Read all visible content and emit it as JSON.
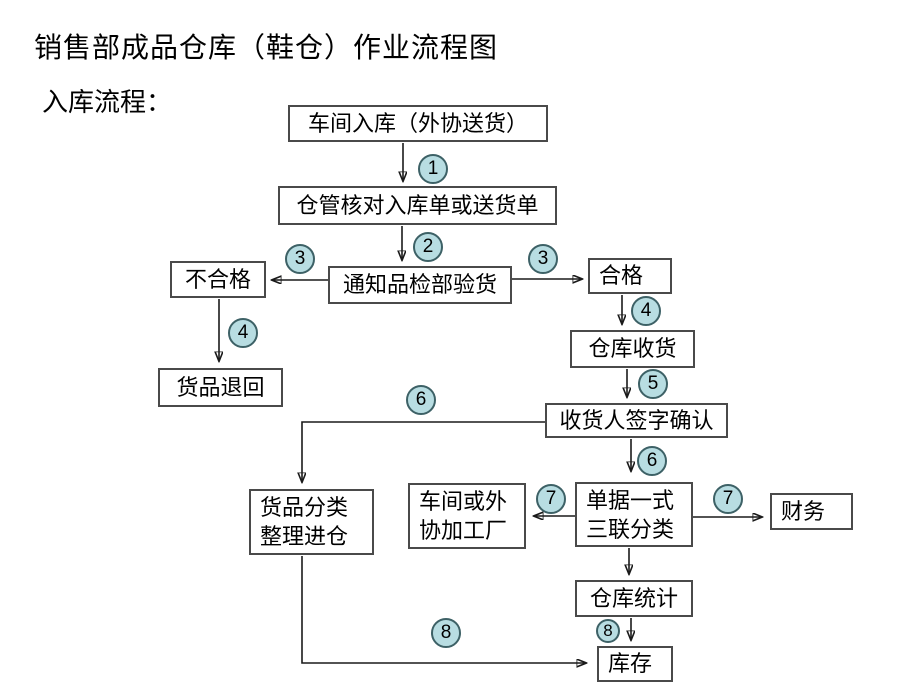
{
  "page": {
    "title": "销售部成品仓库（鞋仓）作业流程图",
    "subtitle": "入库流程："
  },
  "colors": {
    "circle_fill": "#b8dde2",
    "circle_border": "#3d6166",
    "box_border": "#4a4a4a",
    "line_color": "#1a1a1a",
    "text_color": "#000000",
    "bg_color": "#ffffff"
  },
  "flow": {
    "boxes": {
      "workshop_inbound": "车间入库（外协送货）",
      "verify_receipt": "仓管核对入库单或送货单",
      "unqualified": "不合格",
      "notify_qc": "通知品检部验货",
      "qualified": "合格",
      "goods_returned": "货品退回",
      "warehouse_receive": "仓库收货",
      "receiver_sign": "收货人签字确认",
      "sort_into_warehouse": "货品分类\n整理进仓",
      "workshop_or_factory": "车间或外\n协加工厂",
      "docs_triplicate": "单据一式\n三联分类",
      "finance": "财务",
      "warehouse_stats": "仓库统计",
      "inventory": "库存"
    },
    "steps": {
      "c1": "1",
      "c2": "2",
      "c3_left": "3",
      "c3_right": "3",
      "c4_left": "4",
      "c4_right": "4",
      "c5": "5",
      "c6_left": "6",
      "c6_right": "6",
      "c7_left": "7",
      "c7_right": "7",
      "c8_left": "8",
      "c8_right": "8"
    }
  }
}
